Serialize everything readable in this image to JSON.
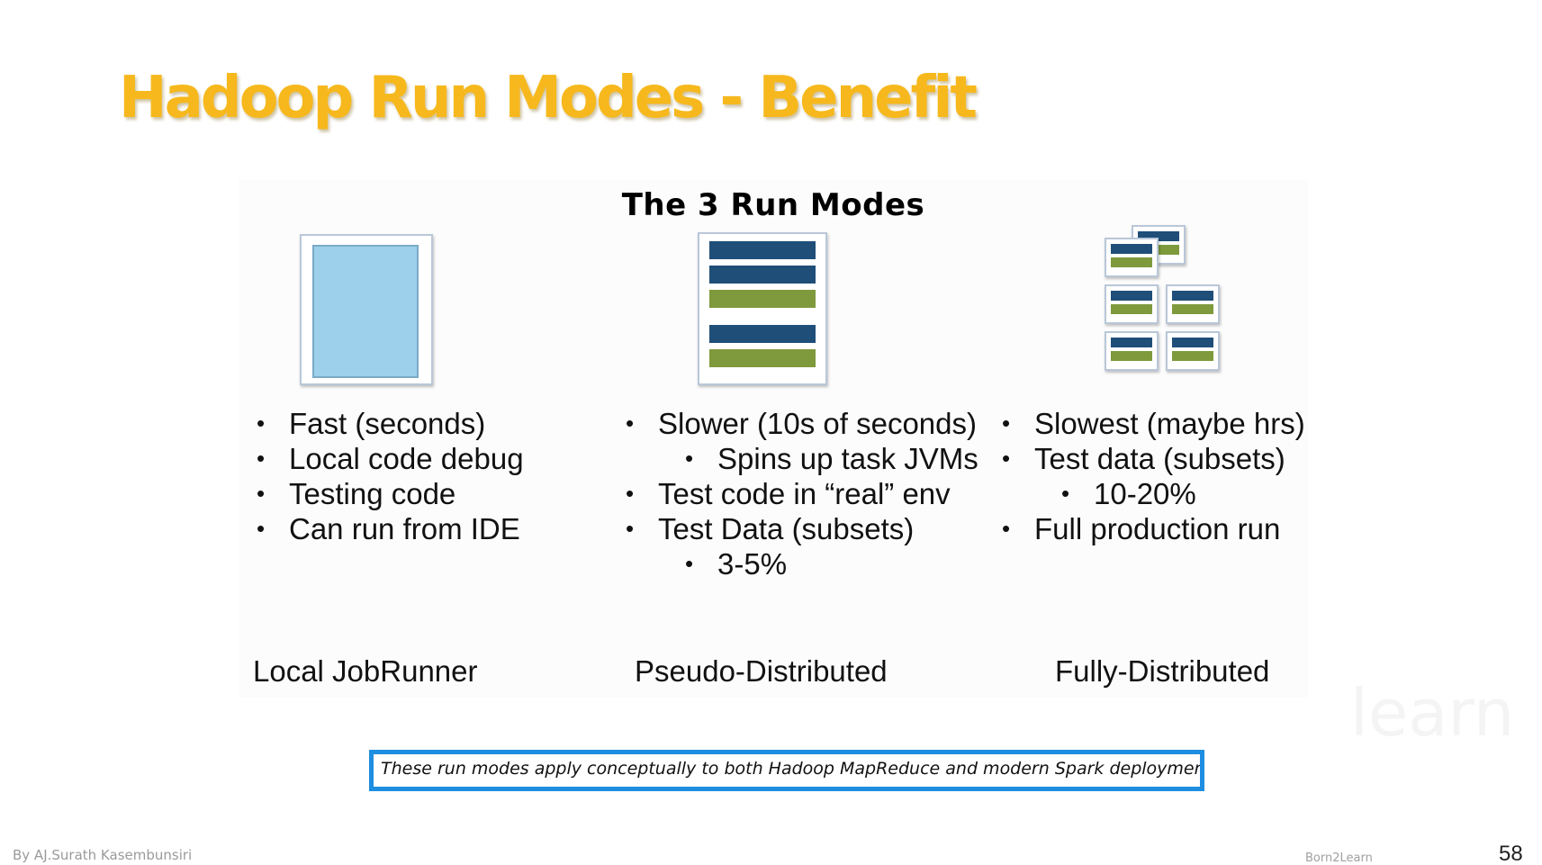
{
  "slide": {
    "title": "Hadoop Run Modes - Benefit",
    "panel_title": "The 3 Run Modes",
    "columns": [
      {
        "label": "Local JobRunner",
        "icon": "single-sheet-icon",
        "items": [
          {
            "text": "Fast (seconds)",
            "level": 1
          },
          {
            "text": "Local code debug",
            "level": 1
          },
          {
            "text": "Testing code",
            "level": 1
          },
          {
            "text": "Can run from IDE",
            "level": 1
          }
        ]
      },
      {
        "label": "Pseudo-Distributed",
        "icon": "stacked-bars-sheet-icon",
        "items": [
          {
            "text": "Slower (10s of seconds)",
            "level": 1
          },
          {
            "text": "Spins up task JVMs",
            "level": 2
          },
          {
            "text": "Test code in “real” env",
            "level": 1
          },
          {
            "text": "Test Data (subsets)",
            "level": 1
          },
          {
            "text": "3-5%",
            "level": 2
          }
        ]
      },
      {
        "label": "Fully-Distributed",
        "icon": "cluster-nodes-icon",
        "items": [
          {
            "text": "Slowest (maybe hrs)",
            "level": 1
          },
          {
            "text": "Test data (subsets)",
            "level": 1
          },
          {
            "text": "10-20%",
            "level": 2
          },
          {
            "text": "Full production run",
            "level": 1
          }
        ]
      }
    ],
    "note": "These run modes apply conceptually to both Hadoop MapReduce and modern Spark deployments.",
    "watermark": "learn",
    "footer_author": "By AJ.Surath Kasembunsiri",
    "footer_brand": "Born2Learn",
    "page_number": "58"
  },
  "colors": {
    "title": "#f6b81c",
    "note_border": "#1e8ee0",
    "bar_blue": "#1f4e79",
    "bar_green": "#7e9a3c",
    "sheet_fill": "#9dd0ea"
  }
}
